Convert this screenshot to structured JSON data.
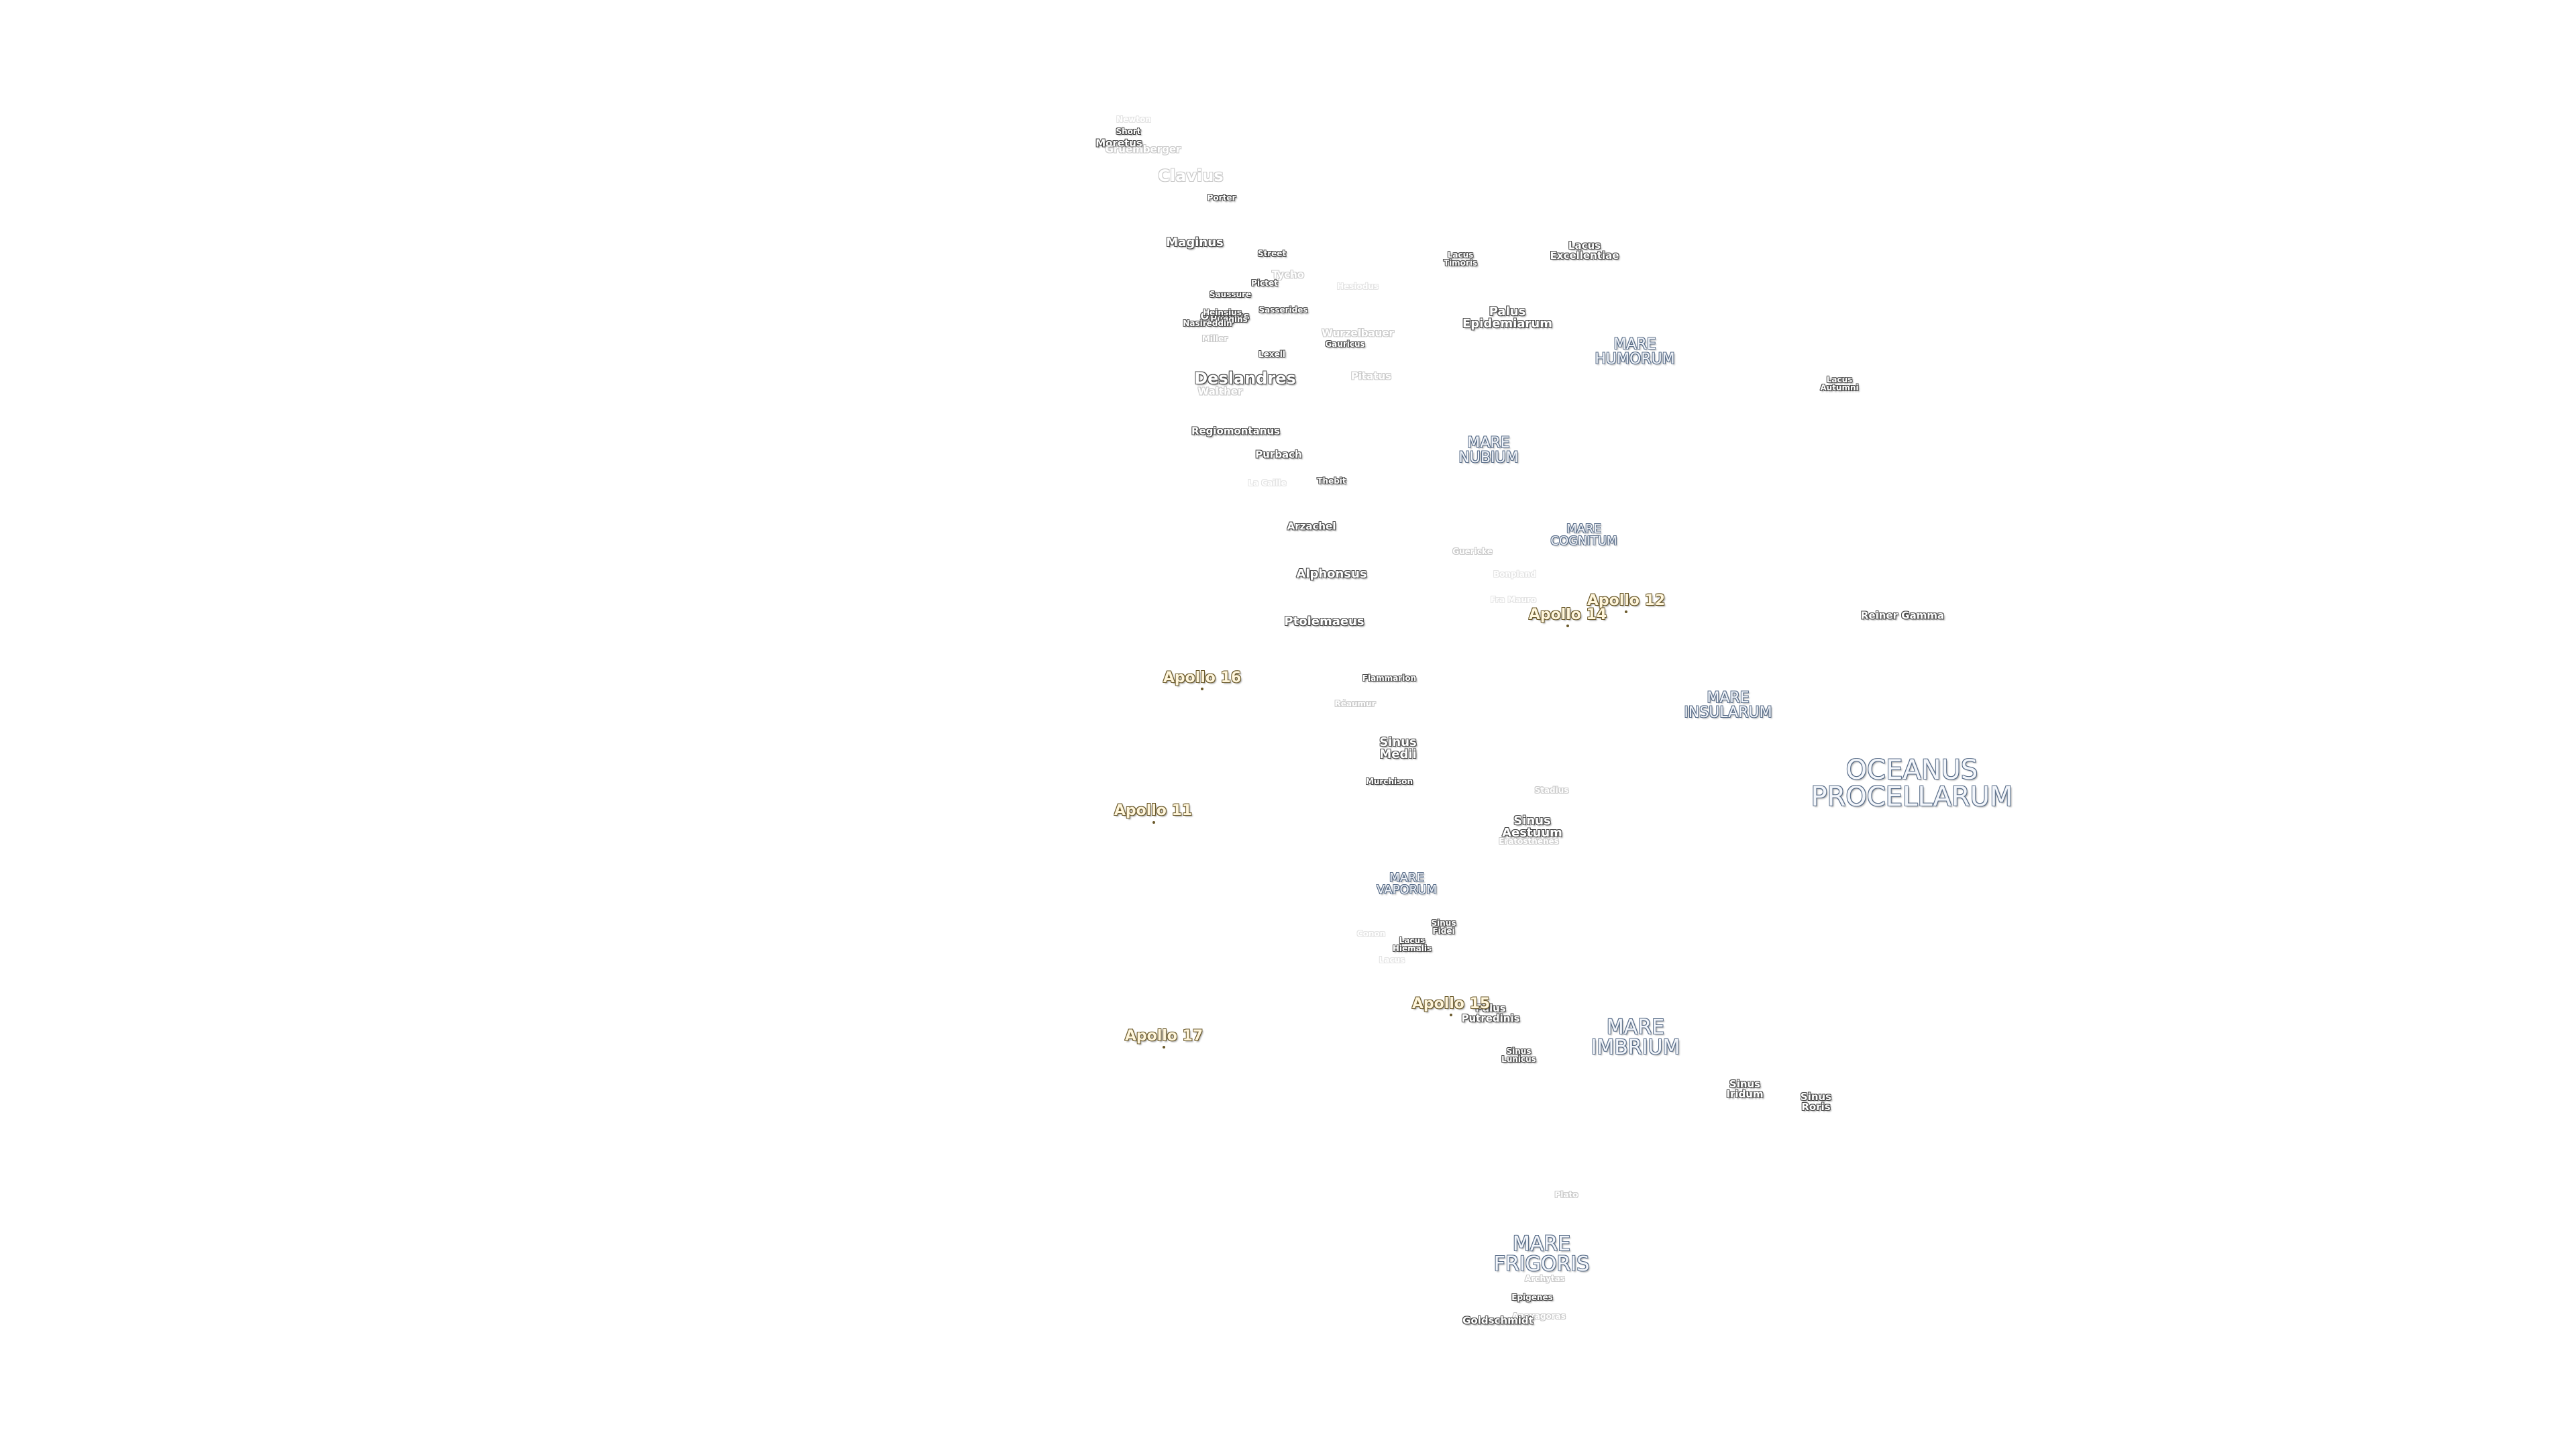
{
  "map": {
    "oceans": [
      {
        "id": "oceanus-procellarum",
        "text": "OCEANUS\nPROCELLARUM"
      }
    ],
    "maria_large": [
      {
        "id": "mare-imbrium",
        "text": "MARE\nIMBRIUM"
      },
      {
        "id": "mare-frigoris",
        "text": "MARE\nFRIGORIS"
      }
    ],
    "maria_medium": [
      {
        "id": "mare-nubium",
        "text": "MARE\nNUBIUM"
      },
      {
        "id": "mare-humorum",
        "text": "MARE\nHUMORUM"
      },
      {
        "id": "mare-cognitum",
        "text": "MARE\nCOGNITUM"
      },
      {
        "id": "mare-insularum",
        "text": "MARE\nINSULARUM"
      },
      {
        "id": "mare-vaporum",
        "text": "MARE\nVAPORUM"
      },
      {
        "id": "palus-epidemiarum",
        "text": "Palus\nEpidemiarum"
      },
      {
        "id": "sinus-medii",
        "text": "Sinus\nMedii"
      },
      {
        "id": "sinus-aestuum",
        "text": "Sinus\nAestuum"
      },
      {
        "id": "sinus-iridum",
        "text": "Sinus\nIridum"
      },
      {
        "id": "sinus-roris",
        "text": "Sinus\nRoris"
      }
    ],
    "small_features": [
      {
        "id": "lacus-timoris",
        "text": "Lacus\nTimoris"
      },
      {
        "id": "lacus-excellentiae",
        "text": "Lacus\nExcellentiae"
      },
      {
        "id": "lacus-autumni",
        "text": "Lacus\nAutumni"
      },
      {
        "id": "sinus-fidei",
        "text": "Sinus\nFidei"
      },
      {
        "id": "lacus-hiemalis",
        "text": "Lacus\nHiemalis"
      },
      {
        "id": "palus-putredinis",
        "text": "Palus\nPutredinis"
      },
      {
        "id": "sinus-lunicus",
        "text": "Sinus\nLunicus"
      }
    ],
    "craters": [
      {
        "id": "clavius",
        "text": "Clavius",
        "size": "lg",
        "tone": "faint"
      },
      {
        "id": "short",
        "text": "Short",
        "size": "xs",
        "tone": "normal"
      },
      {
        "id": "moretus",
        "text": "Moretus",
        "size": "sm",
        "tone": "normal"
      },
      {
        "id": "gruemberger",
        "text": "Gruemberger",
        "size": "sm",
        "tone": "faint"
      },
      {
        "id": "newton",
        "text": "Newton",
        "size": "xs",
        "tone": "veryfaint"
      },
      {
        "id": "porter",
        "text": "Porter",
        "size": "xs",
        "tone": "normal"
      },
      {
        "id": "maginus",
        "text": "Maginus",
        "size": "md",
        "tone": "normal"
      },
      {
        "id": "street",
        "text": "Street",
        "size": "xs",
        "tone": "normal"
      },
      {
        "id": "tycho",
        "text": "Tycho",
        "size": "sm",
        "tone": "faint"
      },
      {
        "id": "pictet",
        "text": "Pictet",
        "size": "xs",
        "tone": "normal"
      },
      {
        "id": "saussure",
        "text": "Saussure",
        "size": "xs",
        "tone": "normal"
      },
      {
        "id": "orontius",
        "text": "Orontius",
        "size": "sm",
        "tone": "normal"
      },
      {
        "id": "heinsius",
        "text": "Heinsius",
        "size": "xs",
        "tone": "normal"
      },
      {
        "id": "sasserides",
        "text": "Sasserides",
        "size": "xs",
        "tone": "normal"
      },
      {
        "id": "huggins",
        "text": "Huggins",
        "size": "xs",
        "tone": "normal"
      },
      {
        "id": "nasireddin",
        "text": "Nasireddin",
        "size": "xs",
        "tone": "normal"
      },
      {
        "id": "miller",
        "text": "Miller",
        "size": "xs",
        "tone": "faint"
      },
      {
        "id": "lexell",
        "text": "Lexell",
        "size": "xs",
        "tone": "normal"
      },
      {
        "id": "deslandres",
        "text": "Deslandres",
        "size": "lg",
        "tone": "normal"
      },
      {
        "id": "walther",
        "text": "Walther",
        "size": "sm",
        "tone": "faint"
      },
      {
        "id": "wurzelbauer",
        "text": "Wurzelbauer",
        "size": "sm",
        "tone": "faint"
      },
      {
        "id": "gauricus",
        "text": "Gauricus",
        "size": "xs",
        "tone": "normal"
      },
      {
        "id": "pitatus",
        "text": "Pitatus",
        "size": "sm",
        "tone": "faint"
      },
      {
        "id": "hesiodus",
        "text": "Hesiodus",
        "size": "xs",
        "tone": "veryfaint"
      },
      {
        "id": "regiomontanus",
        "text": "Regiomontanus",
        "size": "sm",
        "tone": "normal"
      },
      {
        "id": "purbach",
        "text": "Purbach",
        "size": "sm",
        "tone": "normal"
      },
      {
        "id": "la-caille",
        "text": "La Caille",
        "size": "xs",
        "tone": "veryfaint"
      },
      {
        "id": "thebit",
        "text": "Thebit",
        "size": "xs",
        "tone": "normal"
      },
      {
        "id": "arzachel",
        "text": "Arzachel",
        "size": "sm",
        "tone": "normal"
      },
      {
        "id": "guericke",
        "text": "Guericke",
        "size": "xs",
        "tone": "faint"
      },
      {
        "id": "bonpland",
        "text": "Bonpland",
        "size": "xs",
        "tone": "veryfaint"
      },
      {
        "id": "alphonsus",
        "text": "Alphonsus",
        "size": "md",
        "tone": "normal"
      },
      {
        "id": "fra-mauro",
        "text": "Fra Mauro",
        "size": "xs",
        "tone": "veryfaint"
      },
      {
        "id": "ptolemaeus",
        "text": "Ptolemaeus",
        "size": "md",
        "tone": "normal"
      },
      {
        "id": "reiner-gamma",
        "text": "Reiner Gamma",
        "size": "sm",
        "tone": "normal"
      },
      {
        "id": "flammarion",
        "text": "Flammarion",
        "size": "xs",
        "tone": "normal"
      },
      {
        "id": "reaumur",
        "text": "Réaumur",
        "size": "xs",
        "tone": "faint"
      },
      {
        "id": "murchison",
        "text": "Murchison",
        "size": "xs",
        "tone": "normal"
      },
      {
        "id": "stadius",
        "text": "Stadius",
        "size": "xs",
        "tone": "faint"
      },
      {
        "id": "eratosthenes",
        "text": "Eratosthenes",
        "size": "xs",
        "tone": "faint"
      },
      {
        "id": "conon",
        "text": "Conon",
        "size": "xs",
        "tone": "veryfaint"
      },
      {
        "id": "cassini-ciii",
        "text": "Lacus",
        "size": "xs",
        "tone": "veryfaint"
      },
      {
        "id": "plato",
        "text": "Plato",
        "size": "xs",
        "tone": "faint"
      },
      {
        "id": "archimedes-f",
        "text": "Archytas",
        "size": "xs",
        "tone": "faint"
      },
      {
        "id": "epigenes",
        "text": "Epigenes",
        "size": "xs",
        "tone": "normal"
      },
      {
        "id": "anaxagoras",
        "text": "Anaxagoras",
        "size": "xs",
        "tone": "faint"
      },
      {
        "id": "goldschmidt",
        "text": "Goldschmidt",
        "size": "sm",
        "tone": "normal"
      }
    ],
    "apollo_sites": [
      {
        "id": "apollo-11",
        "text": "Apollo 11"
      },
      {
        "id": "apollo-12",
        "text": "Apollo 12"
      },
      {
        "id": "apollo-14",
        "text": "Apollo 14"
      },
      {
        "id": "apollo-15",
        "text": "Apollo 15"
      },
      {
        "id": "apollo-16",
        "text": "Apollo 16"
      },
      {
        "id": "apollo-17",
        "text": "Apollo 17"
      }
    ]
  }
}
